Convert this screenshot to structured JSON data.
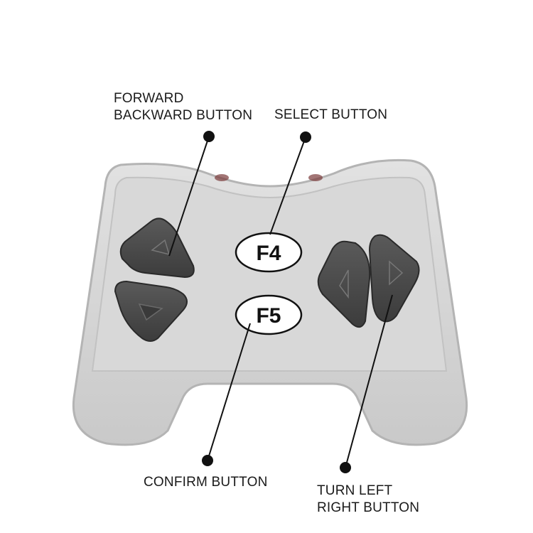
{
  "labels": {
    "forward_backward": [
      "FORWARD",
      "BACKWARD BUTTON"
    ],
    "select": "SELECT BUTTON",
    "confirm": "CONFIRM BUTTON",
    "turn": [
      "TURN LEFT",
      "RIGHT BUTTON"
    ]
  },
  "buttons": {
    "f4": "F4",
    "f5": "F5"
  },
  "colors": {
    "body": "#cfcfcf",
    "body_face": "#dcdcdc",
    "body_outline": "#bdbdbd",
    "dark_button": "#4a4a4a",
    "oval_button": "#ffffff",
    "leader_line": "#111111",
    "indicator": "#7a3a3a"
  },
  "icons": [
    "triangle-up-icon",
    "triangle-down-icon",
    "triangle-left-icon",
    "triangle-right-icon"
  ]
}
